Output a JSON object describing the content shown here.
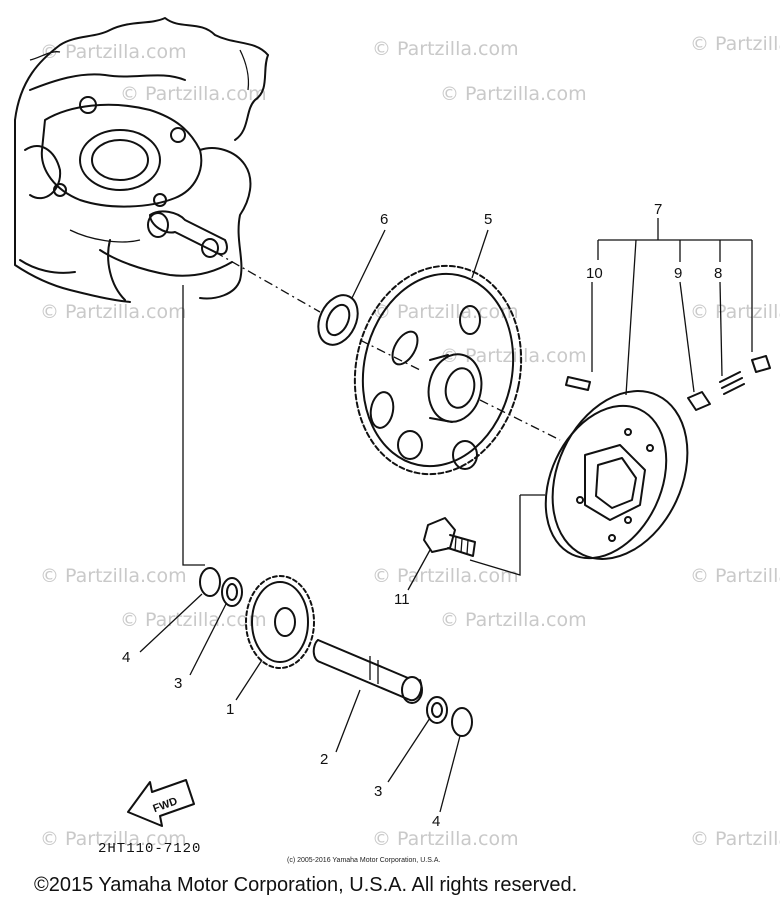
{
  "watermark": "© Partzilla.com",
  "diagram_code": "2HT110-7120",
  "small_copyright": "(c) 2005-2016 Yamaha Motor Corporation, U.S.A.",
  "footer_copyright": "©2015 Yamaha Motor Corporation, U.S.A. All rights reserved.",
  "fwd_label": "FWD",
  "callouts": {
    "c1": "1",
    "c2": "2",
    "c3a": "3",
    "c3b": "3",
    "c4a": "4",
    "c4b": "4",
    "c5": "5",
    "c6": "6",
    "c7": "7",
    "c8": "8",
    "c9": "9",
    "c10": "10",
    "c11": "11"
  }
}
